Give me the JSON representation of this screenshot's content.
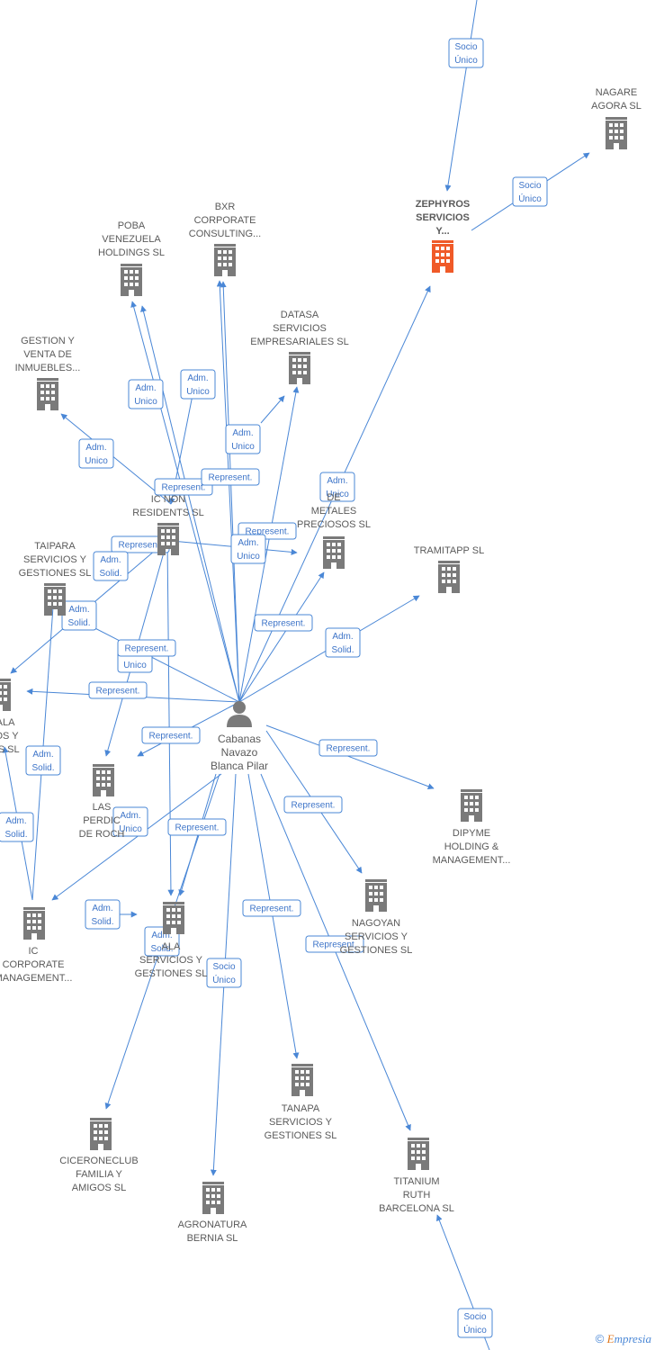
{
  "colors": {
    "edge": "#4a87d6",
    "building": "#7a7a7a",
    "focus_building": "#f05a28",
    "person": "#7a7a7a"
  },
  "person": {
    "name_lines": [
      "Cabanas",
      "Navazo",
      "Blanca Pilar"
    ],
    "icon": "person-icon"
  },
  "nodes": [
    {
      "id": "zephyros",
      "lines": [
        "ZEPHYROS",
        "SERVICIOS",
        "Y..."
      ],
      "focus": true,
      "icon": "building-icon"
    },
    {
      "id": "nagare",
      "lines": [
        "NAGARE",
        "AGORA  SL"
      ],
      "icon": "building-icon"
    },
    {
      "id": "bxr",
      "lines": [
        "BXR",
        "CORPORATE",
        "CONSULTING..."
      ],
      "icon": "building-icon"
    },
    {
      "id": "poba",
      "lines": [
        "POBA",
        "VENEZUELA",
        "HOLDINGS  SL"
      ],
      "icon": "building-icon"
    },
    {
      "id": "datasa",
      "lines": [
        "DATASA",
        "SERVICIOS",
        "EMPRESARIALES SL"
      ],
      "icon": "building-icon"
    },
    {
      "id": "gestion",
      "lines": [
        "GESTION Y",
        "VENTA DE",
        "INMUEBLES..."
      ],
      "icon": "building-icon"
    },
    {
      "id": "icnon",
      "lines": [
        "IC NON",
        "RESIDENTS SL"
      ],
      "icon": "building-icon"
    },
    {
      "id": "metales",
      "lines": [
        "DE",
        "METALES",
        "PRECIOSOS  SL"
      ],
      "icon": "building-icon"
    },
    {
      "id": "tramitapp",
      "lines": [
        "TRAMITAPP  SL"
      ],
      "icon": "building-icon"
    },
    {
      "id": "taipara",
      "lines": [
        "TAIPARA",
        "SERVICIOS Y",
        "GESTIONES SL"
      ],
      "icon": "building-icon"
    },
    {
      "id": "alaleft",
      "lines": [
        "ALA",
        "IOS Y",
        "ES SL"
      ],
      "icon": "building-icon"
    },
    {
      "id": "perdic",
      "lines": [
        "LAS",
        "PERDIC",
        "DE ROCH"
      ],
      "icon": "building-icon"
    },
    {
      "id": "dipyme",
      "lines": [
        "DIPYME",
        "HOLDING &",
        "MANAGEMENT..."
      ],
      "icon": "building-icon"
    },
    {
      "id": "iccorp",
      "lines": [
        "IC",
        "CORPORATE",
        "MANAGEMENT..."
      ],
      "icon": "building-icon"
    },
    {
      "id": "alaserv",
      "lines": [
        "ALA",
        "SERVICIOS Y",
        "GESTIONES SL"
      ],
      "icon": "building-icon"
    },
    {
      "id": "nagoyan",
      "lines": [
        "NAGOYAN",
        "SERVICIOS Y",
        "GESTIONES SL"
      ],
      "icon": "building-icon"
    },
    {
      "id": "tanapa",
      "lines": [
        "TANAPA",
        "SERVICIOS Y",
        "GESTIONES  SL"
      ],
      "icon": "building-icon"
    },
    {
      "id": "cicerone",
      "lines": [
        "CICERONECLUB",
        "FAMILIA Y",
        "AMIGOS  SL"
      ],
      "icon": "building-icon"
    },
    {
      "id": "agronatura",
      "lines": [
        "AGRONATURA",
        "BERNIA  SL"
      ],
      "icon": "building-icon"
    },
    {
      "id": "titanium",
      "lines": [
        "TITANIUM",
        "RUTH",
        "BARCELONA  SL"
      ],
      "icon": "building-icon"
    }
  ],
  "relations": [
    {
      "lines": [
        "Socio",
        "Único"
      ]
    },
    {
      "lines": [
        "Socio",
        "Único"
      ]
    },
    {
      "lines": [
        "Adm.",
        "Unico"
      ]
    },
    {
      "lines": [
        "Adm.",
        "Unico"
      ]
    },
    {
      "lines": [
        "Adm.",
        "Unico"
      ]
    },
    {
      "lines": [
        "Adm.",
        "Unico"
      ]
    },
    {
      "lines": [
        "Represent."
      ]
    },
    {
      "lines": [
        "Represent."
      ]
    },
    {
      "lines": [
        "Adm.",
        "Unico"
      ]
    },
    {
      "lines": [
        "Represent."
      ]
    },
    {
      "lines": [
        "Represent."
      ]
    },
    {
      "lines": [
        "Adm.",
        "Unico"
      ]
    },
    {
      "lines": [
        "Adm.",
        "Solid."
      ]
    },
    {
      "lines": [
        "Adm.",
        "Solid."
      ]
    },
    {
      "lines": [
        "Represent."
      ]
    },
    {
      "lines": [
        "Adm.",
        "Solid."
      ]
    },
    {
      "lines": [
        "Represent."
      ]
    },
    {
      "lines": [
        "Adm.",
        "Unico"
      ]
    },
    {
      "lines": [
        "Represent."
      ]
    },
    {
      "lines": [
        "Adm.",
        "Solid."
      ]
    },
    {
      "lines": [
        "Adm.",
        "Solid."
      ]
    },
    {
      "lines": [
        "Represent."
      ]
    },
    {
      "lines": [
        "Adm.",
        "Unico"
      ]
    },
    {
      "lines": [
        "Represent."
      ]
    },
    {
      "lines": [
        "Represent."
      ]
    },
    {
      "lines": [
        "Represent."
      ]
    },
    {
      "lines": [
        "Adm.",
        "Solid."
      ]
    },
    {
      "lines": [
        "Adm.",
        "Solid."
      ]
    },
    {
      "lines": [
        "Represent."
      ]
    },
    {
      "lines": [
        "Represent."
      ]
    },
    {
      "lines": [
        "Socio",
        "Único"
      ]
    },
    {
      "lines": [
        "Socio",
        "Único"
      ]
    }
  ],
  "footer": {
    "copyright": "©",
    "brand_initial": "E",
    "brand_rest": "mpresia"
  }
}
